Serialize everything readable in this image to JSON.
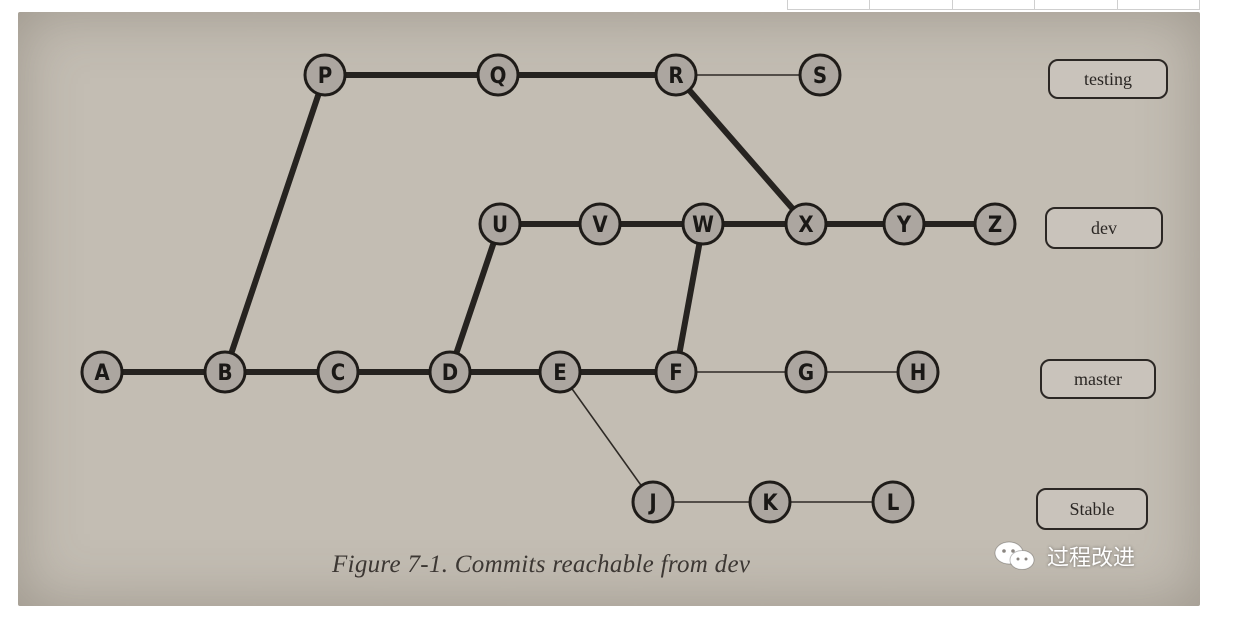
{
  "commits": {
    "P": "P",
    "Q": "Q",
    "R": "R",
    "S": "S",
    "U": "U",
    "V": "V",
    "W": "W",
    "X": "X",
    "Y": "Y",
    "Z": "Z",
    "A": "A",
    "B": "B",
    "C": "C",
    "D": "D",
    "E": "E",
    "F": "F",
    "G": "G",
    "H": "H",
    "J": "J",
    "K": "K",
    "L": "L"
  },
  "branches": {
    "testing": "testing",
    "dev": "dev",
    "master": "master",
    "stable": "Stable"
  },
  "caption": "Figure 7-1. Commits reachable from dev",
  "watermark": {
    "text": "过程改进",
    "icon": "wechat-icon"
  },
  "colors": {
    "photo_background": "#c3bdb3",
    "node_fill": "#aca6a0",
    "ink": "#1f1c19"
  }
}
